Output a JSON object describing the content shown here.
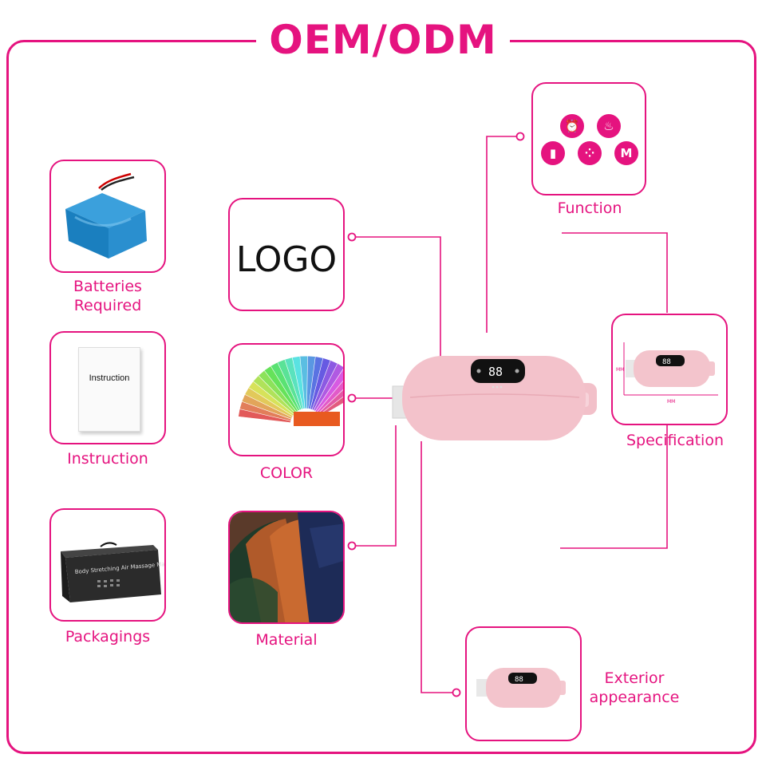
{
  "title": "OEM/ODM",
  "brand_color": "#e5137f",
  "items": {
    "batteries": {
      "label_line1": "Batteries",
      "label_line2": "Required"
    },
    "instruction": {
      "label": "Instruction",
      "paper_text": "Instruction"
    },
    "packagings": {
      "label": "Packagings",
      "box_text": "Body Stretching Air Massage Mat"
    },
    "logo": {
      "text": "LOGO"
    },
    "color": {
      "label": "COLOR"
    },
    "material": {
      "label": "Material"
    },
    "function": {
      "label": "Function",
      "icons": [
        "alarm-clock-icon",
        "heat-waves-icon",
        "bar-chart-icon",
        "massage-icon",
        "m-mode-icon"
      ],
      "m_text": "M"
    },
    "specification": {
      "label": "Specification",
      "mm_horizontal": "MM",
      "mm_vertical": "MM"
    },
    "exterior": {
      "label_line1": "Exterior",
      "label_line2": "appearance"
    }
  },
  "product": {
    "display": "88"
  }
}
